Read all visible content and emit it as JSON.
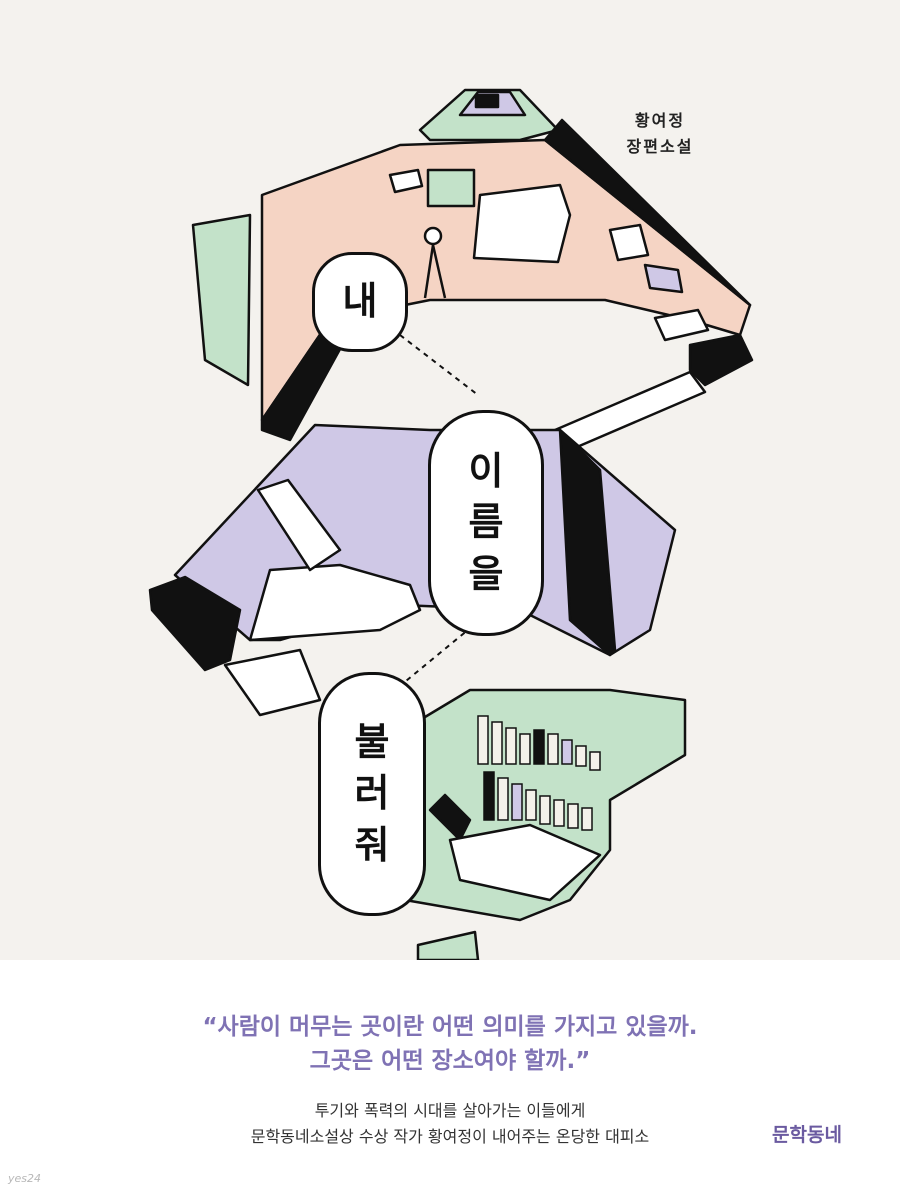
{
  "author": {
    "name": "황여정",
    "genre": "장편소설"
  },
  "title": {
    "line1": [
      "내"
    ],
    "line2": [
      "이",
      "름",
      "을"
    ],
    "line3": [
      "불",
      "러",
      "줘"
    ]
  },
  "quote": {
    "line1": "“사람이 머무는 곳이란 어떤 의미를 가지고 있을까.",
    "line2": "그곳은 어떤 장소여야 할까.”"
  },
  "blurb": {
    "line1": "투기와 폭력의 시대를 살아가는 이들에게",
    "line2": "문학동네소설상 수상 작가 황여정이 내어주는 온당한 대피소"
  },
  "publisher": "문학동네",
  "watermark": "yes24",
  "colors": {
    "background": "#f4f2ee",
    "pink_room": "#f5d4c4",
    "lavender_room": "#cfc8e6",
    "mint_room": "#c3e2c9",
    "ink": "#111111",
    "quote_purple": "#7f72b4"
  }
}
